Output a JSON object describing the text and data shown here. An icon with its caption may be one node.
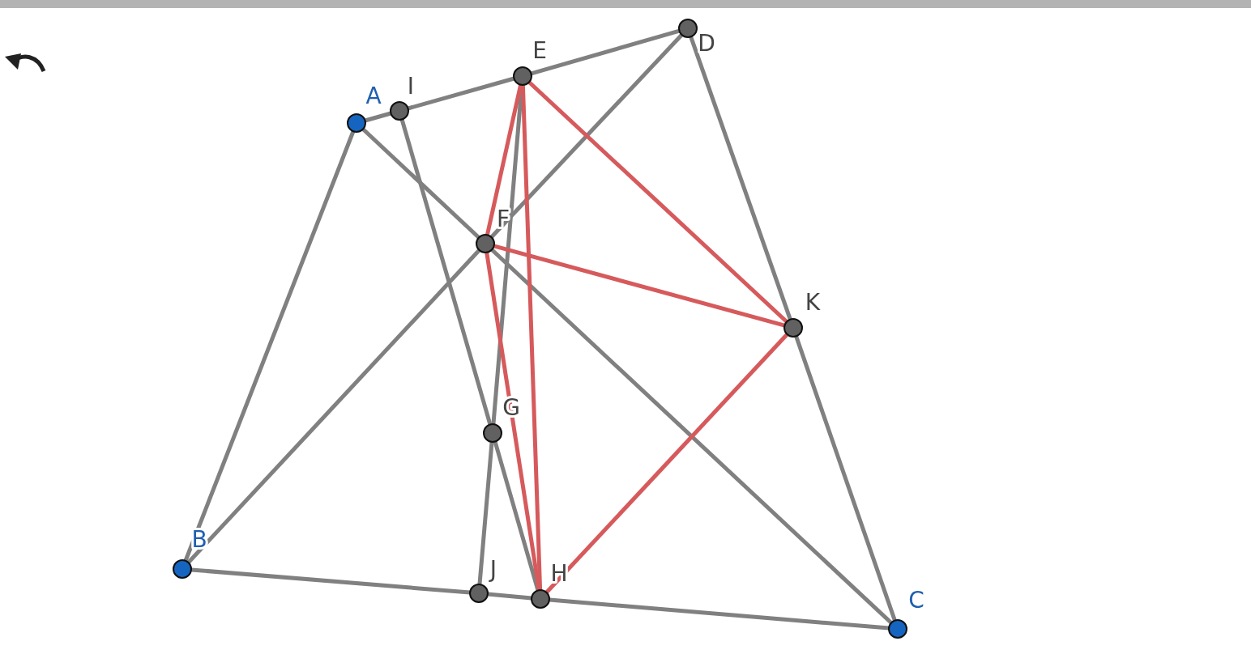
{
  "diagram": {
    "nodes": [
      {
        "text": [
          "A"
        ]
      },
      {
        "text": [
          "B"
        ]
      },
      {
        "text": [
          "C"
        ]
      },
      {
        "text": [
          "D"
        ]
      },
      {
        "text": [
          "E"
        ]
      },
      {
        "text": [
          "F"
        ]
      },
      {
        "text": [
          "G"
        ]
      },
      {
        "text": [
          "H"
        ]
      },
      {
        "text": [
          "I"
        ]
      },
      {
        "text": [
          "J"
        ]
      },
      {
        "text": [
          "K"
        ]
      }
    ],
    "edges": [
      {
        "from": 0,
        "to": 8,
        "arrow": "none"
      },
      {
        "from": 8,
        "to": 4,
        "arrow": "none"
      },
      {
        "from": 4,
        "to": 3,
        "arrow": "none"
      },
      {
        "from": 0,
        "to": 1,
        "arrow": "none"
      },
      {
        "from": 1,
        "to": 9,
        "arrow": "none"
      },
      {
        "from": 9,
        "to": 7,
        "arrow": "none"
      },
      {
        "from": 7,
        "to": 2,
        "arrow": "none"
      },
      {
        "from": 3,
        "to": 10,
        "arrow": "none"
      },
      {
        "from": 10,
        "to": 2,
        "arrow": "none"
      },
      {
        "from": 0,
        "to": 5,
        "arrow": "none"
      },
      {
        "from": 5,
        "to": 2,
        "arrow": "none"
      },
      {
        "from": 1,
        "to": 5,
        "arrow": "none"
      },
      {
        "from": 5,
        "to": 3,
        "arrow": "none"
      },
      {
        "from": 8,
        "to": 6,
        "arrow": "none"
      },
      {
        "from": 6,
        "to": 7,
        "arrow": "none"
      },
      {
        "from": 4,
        "to": 6,
        "arrow": "none"
      },
      {
        "from": 6,
        "to": 9,
        "arrow": "none"
      },
      {
        "from": 4,
        "to": 5,
        "arrow": "none",
        "color": "#d65a5c"
      },
      {
        "from": 4,
        "to": 7,
        "arrow": "none",
        "color": "#d65a5c"
      },
      {
        "from": 5,
        "to": 7,
        "arrow": "none",
        "color": "#d65a5c"
      },
      {
        "from": 4,
        "to": 10,
        "arrow": "none",
        "color": "#d65a5c"
      },
      {
        "from": 5,
        "to": 10,
        "arrow": "none",
        "color": "#d65a5c"
      },
      {
        "from": 10,
        "to": 7,
        "arrow": "none",
        "color": "#d65a5c"
      }
    ]
  }
}
